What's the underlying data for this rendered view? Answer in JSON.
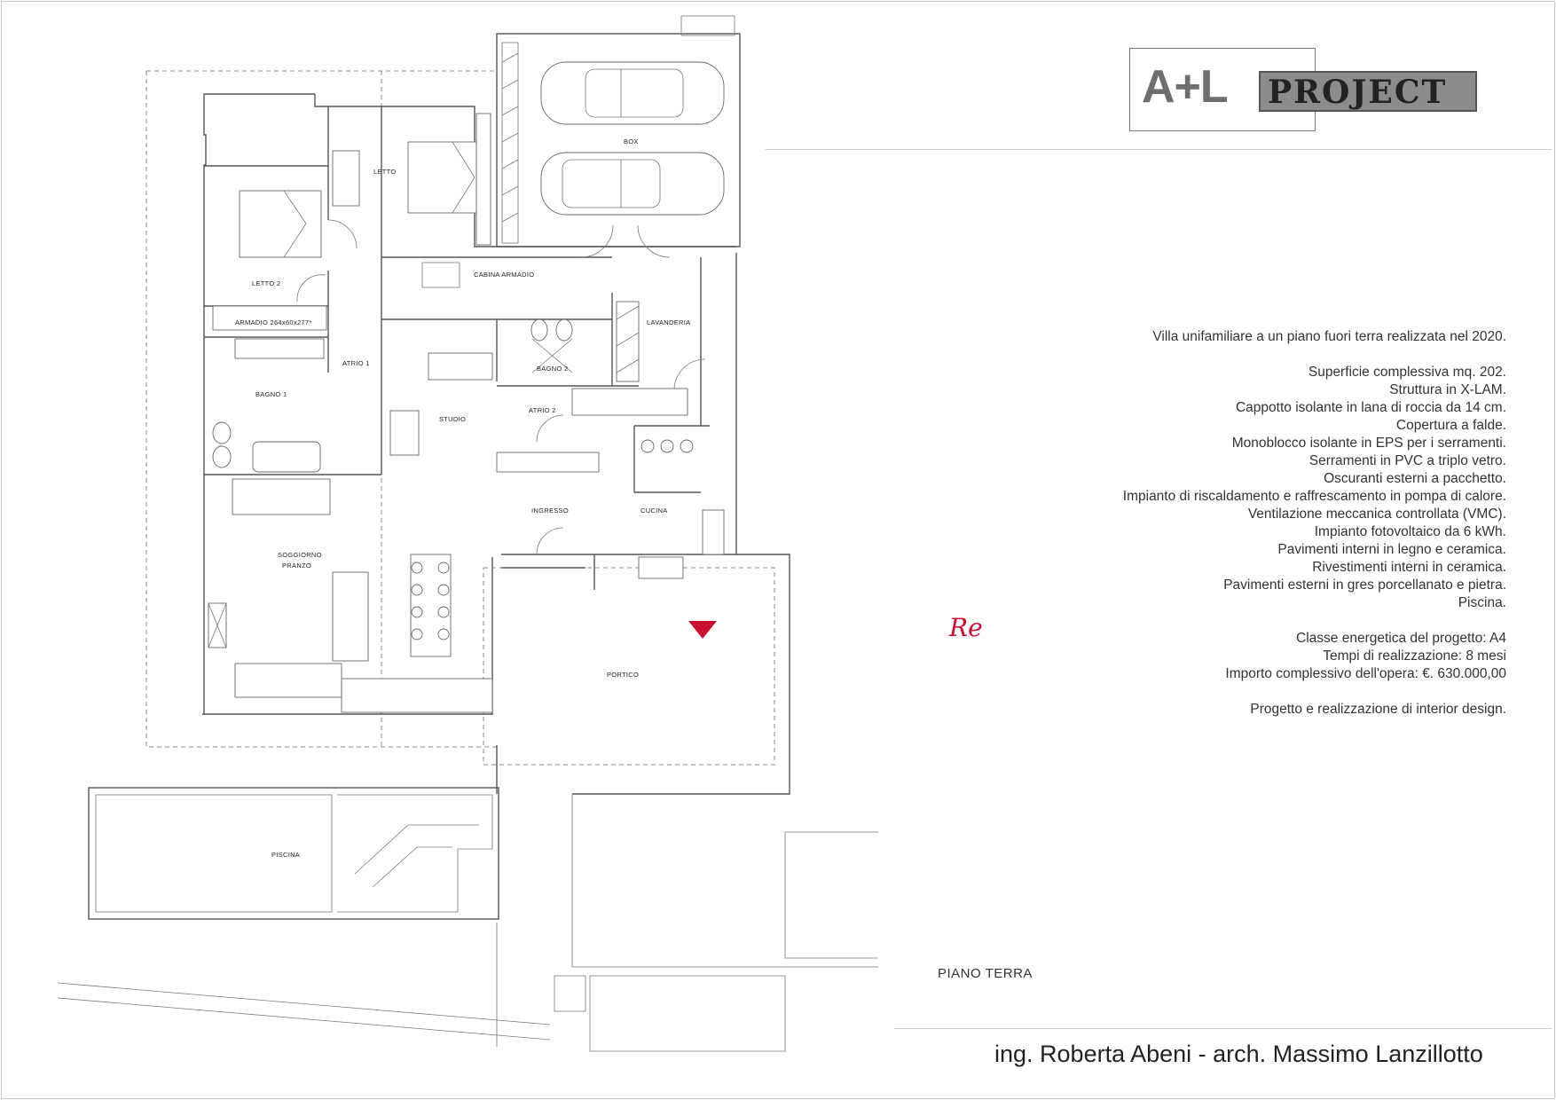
{
  "logo": {
    "al": "A+L",
    "project": "PROJECT"
  },
  "rooms": {
    "box": "BOX",
    "letto": "LETTO",
    "letto2": "LETTO 2",
    "cabina": "CABINA ARMADIO",
    "lavanderia": "LAVANDERIA",
    "armadio": "ARMADIO 264x60x277*",
    "atrio1": "ATRIO 1",
    "bagno1": "BAGNO 1",
    "bagno2": "BAGNO 2",
    "studio": "STUDIO",
    "atrio2": "ATRIO 2",
    "ingresso": "INGRESSO",
    "cucina": "CUCINA",
    "soggiorno": "SOGGIORNO",
    "pranzo": "PRANZO",
    "portico": "PORTICO",
    "piscina": "PISCINA"
  },
  "watermark_text": "Re",
  "description": [
    "Villa unifamiliare a un piano fuori terra realizzata nel 2020.",
    "",
    "Superficie complessiva mq. 202.",
    "Struttura in X-LAM.",
    "Cappotto isolante in lana di roccia da 14 cm.",
    "Copertura a falde.",
    "Monoblocco isolante in EPS per i serramenti.",
    "Serramenti in PVC a triplo vetro.",
    "Oscuranti esterni a pacchetto.",
    "Impianto di riscaldamento e raffrescamento in pompa di calore.",
    "Ventilazione meccanica controllata (VMC).",
    "Impianto fotovoltaico da 6 kWh.",
    "Pavimenti interni in legno e ceramica.",
    "Rivestimenti interni in ceramica.",
    "Pavimenti esterni in gres porcellanato e pietra.",
    "Piscina.",
    "",
    "Classe energetica del progetto: A4",
    "Tempi di realizzazione: 8 mesi",
    "Importo complessivo dell'opera: €. 630.000,00",
    "",
    "Progetto e realizzazione di interior design."
  ],
  "floor_label": "PIANO TERRA",
  "credits": "ing. Roberta Abeni - arch. Massimo Lanzillotto",
  "colors": {
    "watermark_red": "#c8102e",
    "line": "#555555"
  }
}
